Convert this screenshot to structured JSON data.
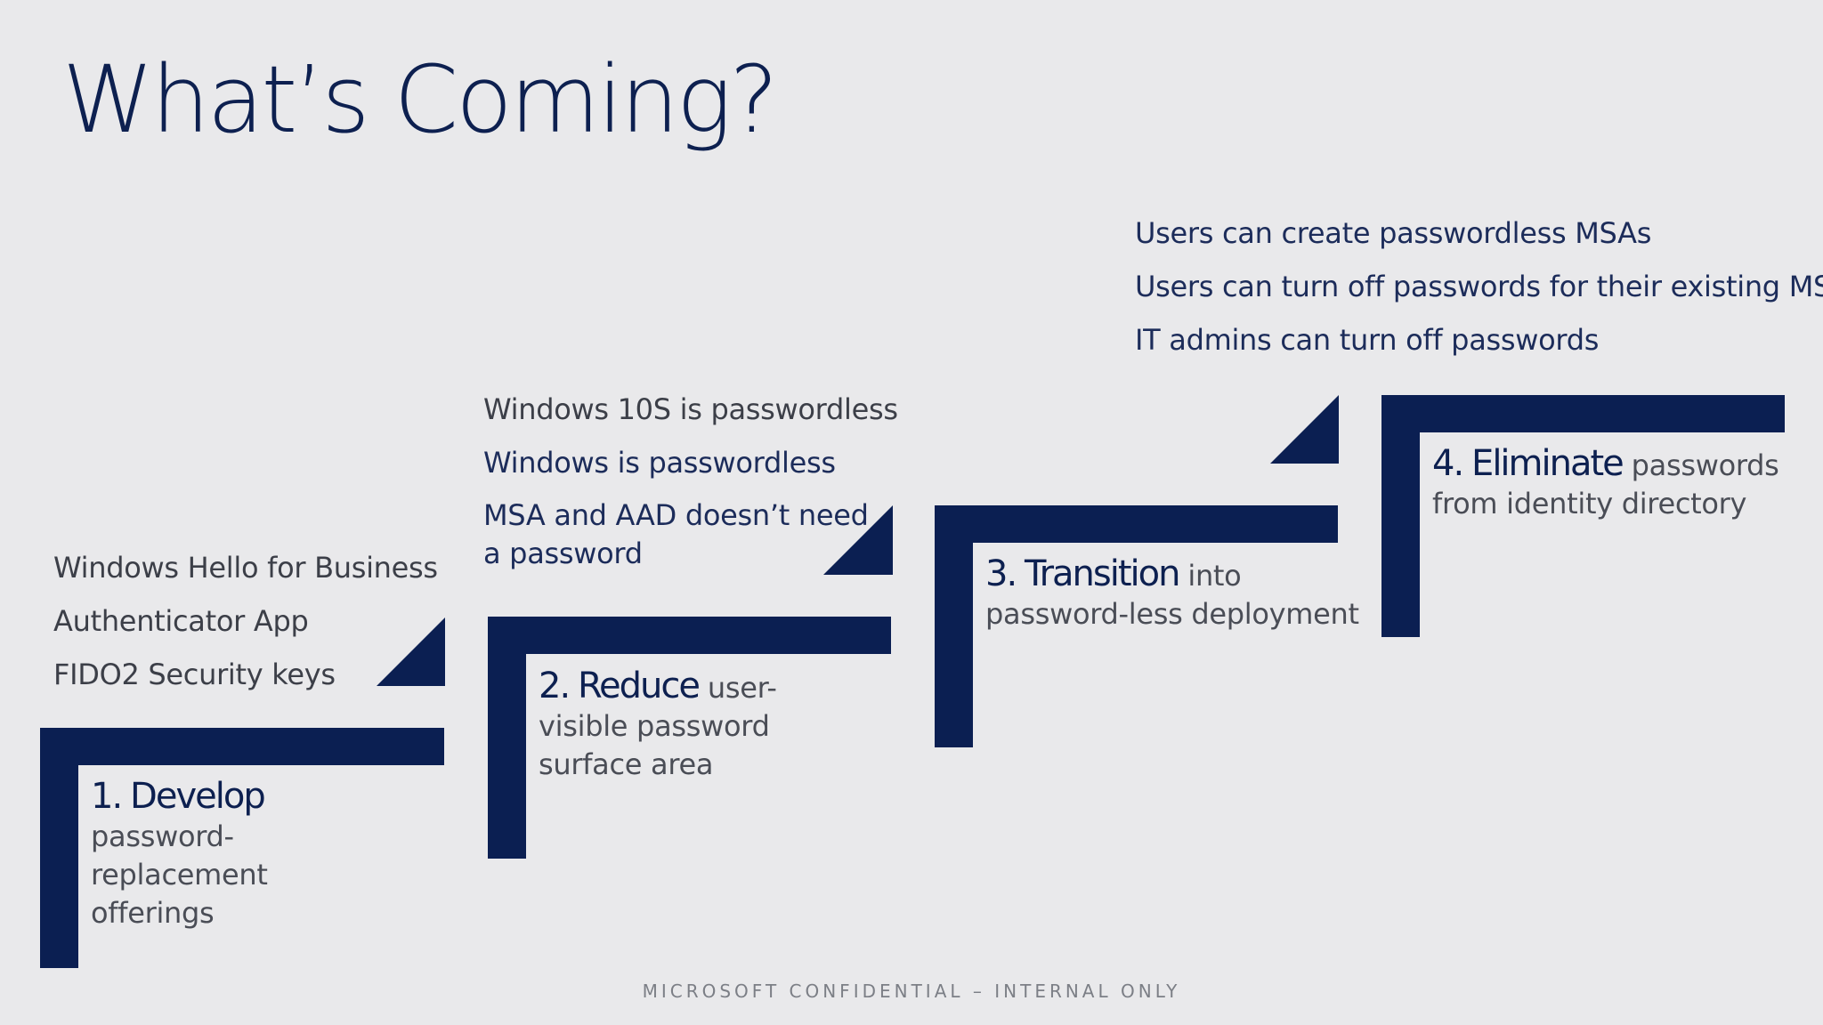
{
  "title": "What’s Coming?",
  "footer": "MICROSOFT CONFIDENTIAL – INTERNAL ONLY",
  "colors": {
    "accent": "#0b1f52",
    "background": "#e9e9eb"
  },
  "steps": [
    {
      "number": "1.",
      "verb": "Develop",
      "rest": " password-replacement offerings",
      "items": [
        "Windows Hello for Business",
        "Authenticator App",
        "FIDO2 Security keys"
      ]
    },
    {
      "number": "2.",
      "verb": "Reduce",
      "rest": " user-visible password surface area",
      "items": [
        "Windows 10S is passwordless",
        "Windows is passwordless",
        "MSA and AAD doesn’t need a password"
      ]
    },
    {
      "number": "3.",
      "verb": "Transition",
      "rest": " into password-less deployment",
      "items": []
    },
    {
      "number": "4.",
      "verb": "Eliminate",
      "rest": " passwords from identity directory",
      "items": [
        "Users can create passwordless MSAs",
        "Users can turn off passwords for their existing MSAs",
        "IT admins can turn off passwords"
      ]
    }
  ]
}
